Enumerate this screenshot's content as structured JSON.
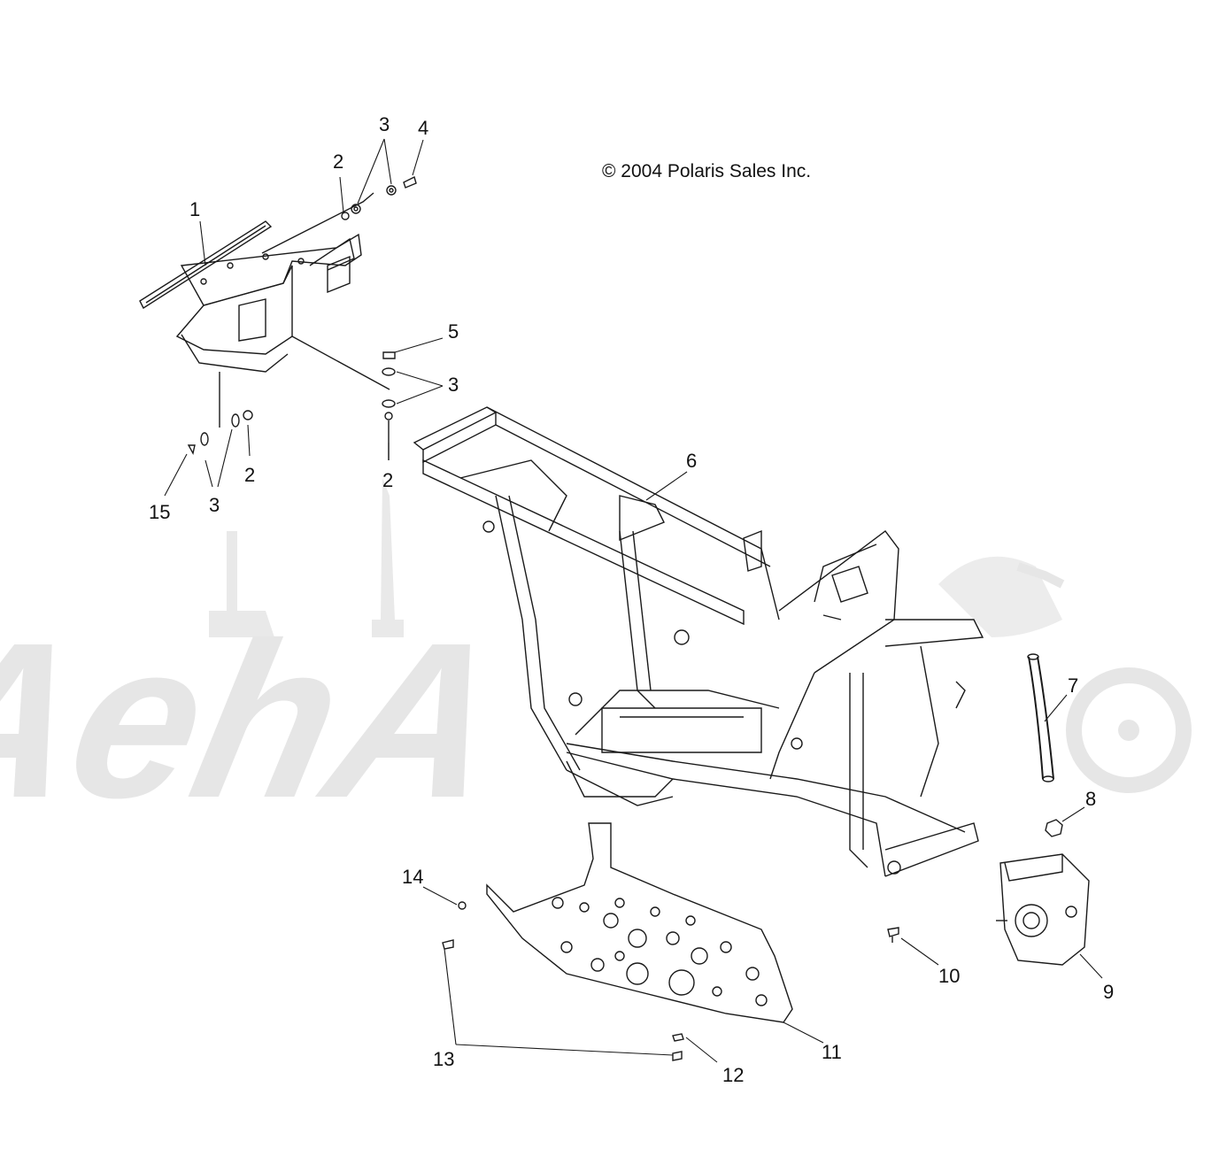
{
  "copyright": "© 2004 Polaris Sales Inc.",
  "watermark": "AehA",
  "callouts": {
    "c1": "1",
    "c2a": "2",
    "c2b": "2",
    "c2c": "2",
    "c3a": "3",
    "c3b": "3",
    "c3c": "3",
    "c4": "4",
    "c5": "5",
    "c6": "6",
    "c7": "7",
    "c8": "8",
    "c9": "9",
    "c10": "10",
    "c11": "11",
    "c12": "12",
    "c13": "13",
    "c14": "14",
    "c15": "15"
  },
  "colors": {
    "line": "#1a1a1a",
    "watermark": "#e6e6e6",
    "background": "#ffffff"
  }
}
